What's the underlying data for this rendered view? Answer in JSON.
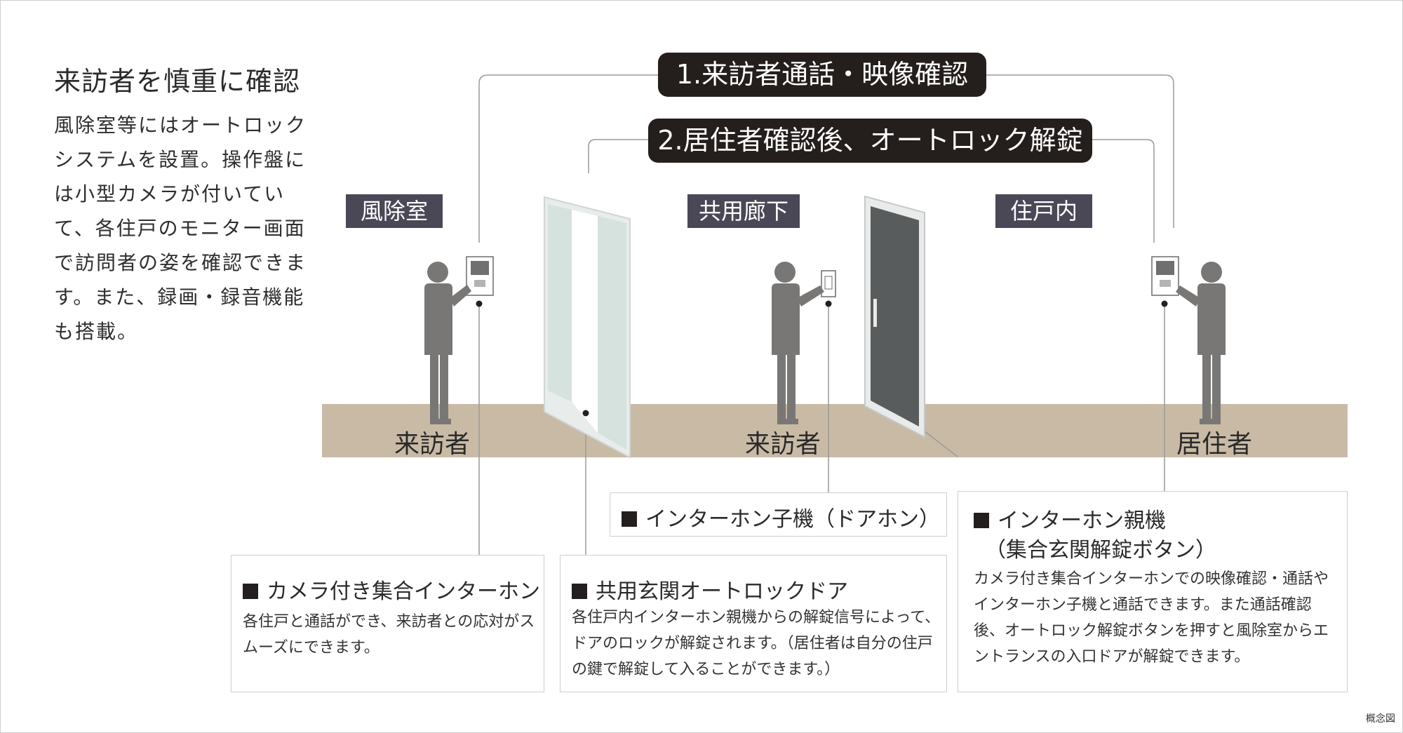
{
  "intro": {
    "title": "来訪者を慎重に確認",
    "body": "風除室等にはオートロックシステムを設置。操作盤には小型カメラが付いていて、各住戸のモニター画面で訪問者の姿を確認できます。また、録画・録音機能も搭載。"
  },
  "steps": [
    {
      "label": "1.来訪者通話・映像確認"
    },
    {
      "label": "2.居住者確認後、オートロック解錠"
    }
  ],
  "zones": [
    "風除室",
    "共用廊下",
    "住戸内"
  ],
  "persons": [
    "来訪者",
    "来訪者",
    "居住者"
  ],
  "boxes": {
    "camera_intercom": {
      "title": "カメラ付き集合インターホン",
      "text": "各住戸と通話ができ、来訪者との応対がスムーズにできます。"
    },
    "autolock_door": {
      "title": "共用玄関オートロックドア",
      "text": "各住戸内インターホン親機からの解錠信号によって、ドアのロックが解錠されます。（居住者は自分の住戸の鍵で解錠して入ることができます。）"
    },
    "door_phone": {
      "title": "インターホン子機（ドアホン）"
    },
    "master_unit": {
      "title_line1": "インターホン親機",
      "title_line2": "（集合玄関解錠ボタン）",
      "text": "カメラ付き集合インターホンでの映像確認・通話やインターホン子機と通話できます。また通話確認後、オートロック解錠ボタンを押すと風除室からエントランスの入口ドアが解錠できます。"
    }
  },
  "note": "概念図",
  "colors": {
    "pill": "#241e1c",
    "zone": "#4a4756",
    "floor": "#c9baa6",
    "figure": "#797776",
    "door_dark": "#595c5c",
    "glass": "#d6e2dd"
  }
}
